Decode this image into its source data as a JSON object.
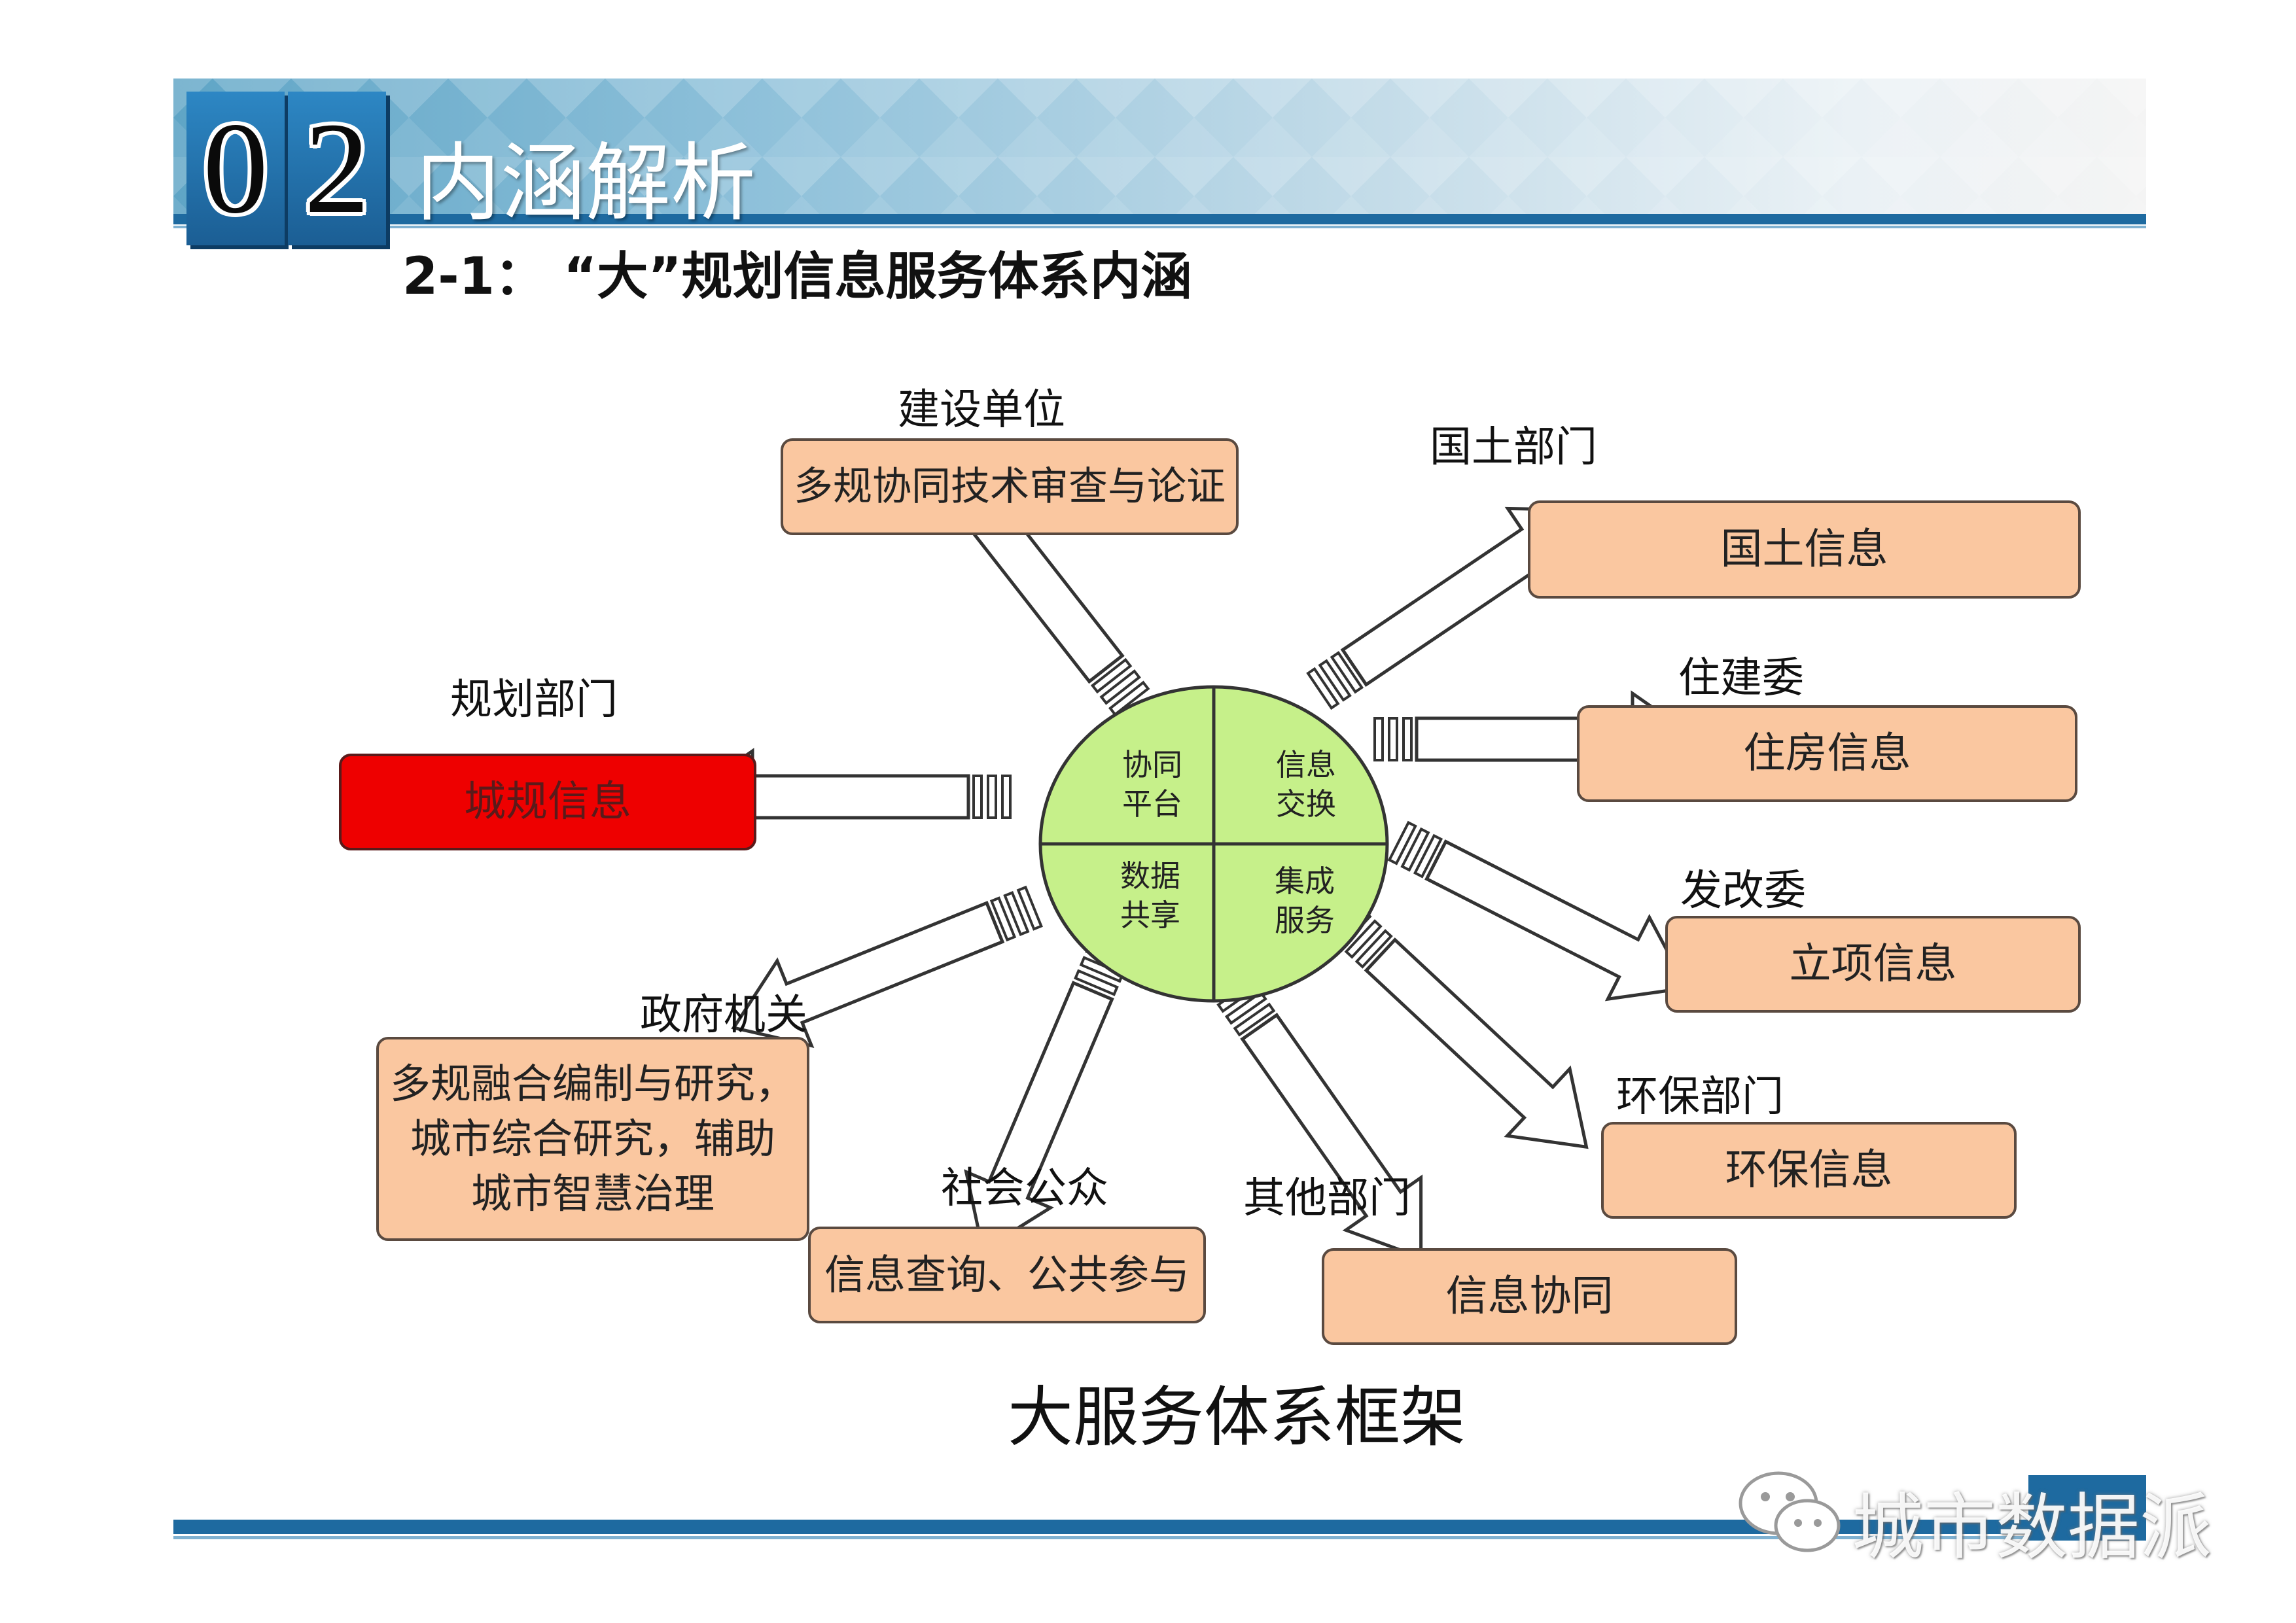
{
  "header": {
    "number_digits": [
      "0",
      "2"
    ],
    "section_title": "内涵解析",
    "subtitle": "2-1：  “大”规划信息服务体系内涵"
  },
  "center": {
    "quadrants": [
      {
        "line1": "协同",
        "line2": "平台"
      },
      {
        "line1": "信息",
        "line2": "交换"
      },
      {
        "line1": "数据",
        "line2": "共享"
      },
      {
        "line1": "集成",
        "line2": "服务"
      }
    ],
    "fill_color": "#c6f08a"
  },
  "nodes": {
    "construction": {
      "label": "建设单位",
      "box": "多规协同技术审查与论证"
    },
    "land": {
      "label": "国土部门",
      "box": "国土信息"
    },
    "housing": {
      "label": "住建委",
      "box": "住房信息"
    },
    "planning": {
      "label": "规划部门",
      "box": "城规信息"
    },
    "development": {
      "label": "发改委",
      "box": "立项信息"
    },
    "government": {
      "label": "政府机关",
      "box_lines": [
        "多规融合编制与研究，",
        "城市综合研究，辅助",
        "城市智慧治理"
      ]
    },
    "environment": {
      "label": "环保部门",
      "box": "环保信息"
    },
    "public": {
      "label": "社会公众",
      "box": "信息查询、公共参与"
    },
    "others": {
      "label": "其他部门",
      "box": "信息协同"
    }
  },
  "diagram_title": "大服务体系框架",
  "watermark": "城市数据派",
  "colors": {
    "box_fill": "#fac7a0",
    "highlight_box": "#ee0000",
    "banner_blue": "#1e6aa0"
  }
}
